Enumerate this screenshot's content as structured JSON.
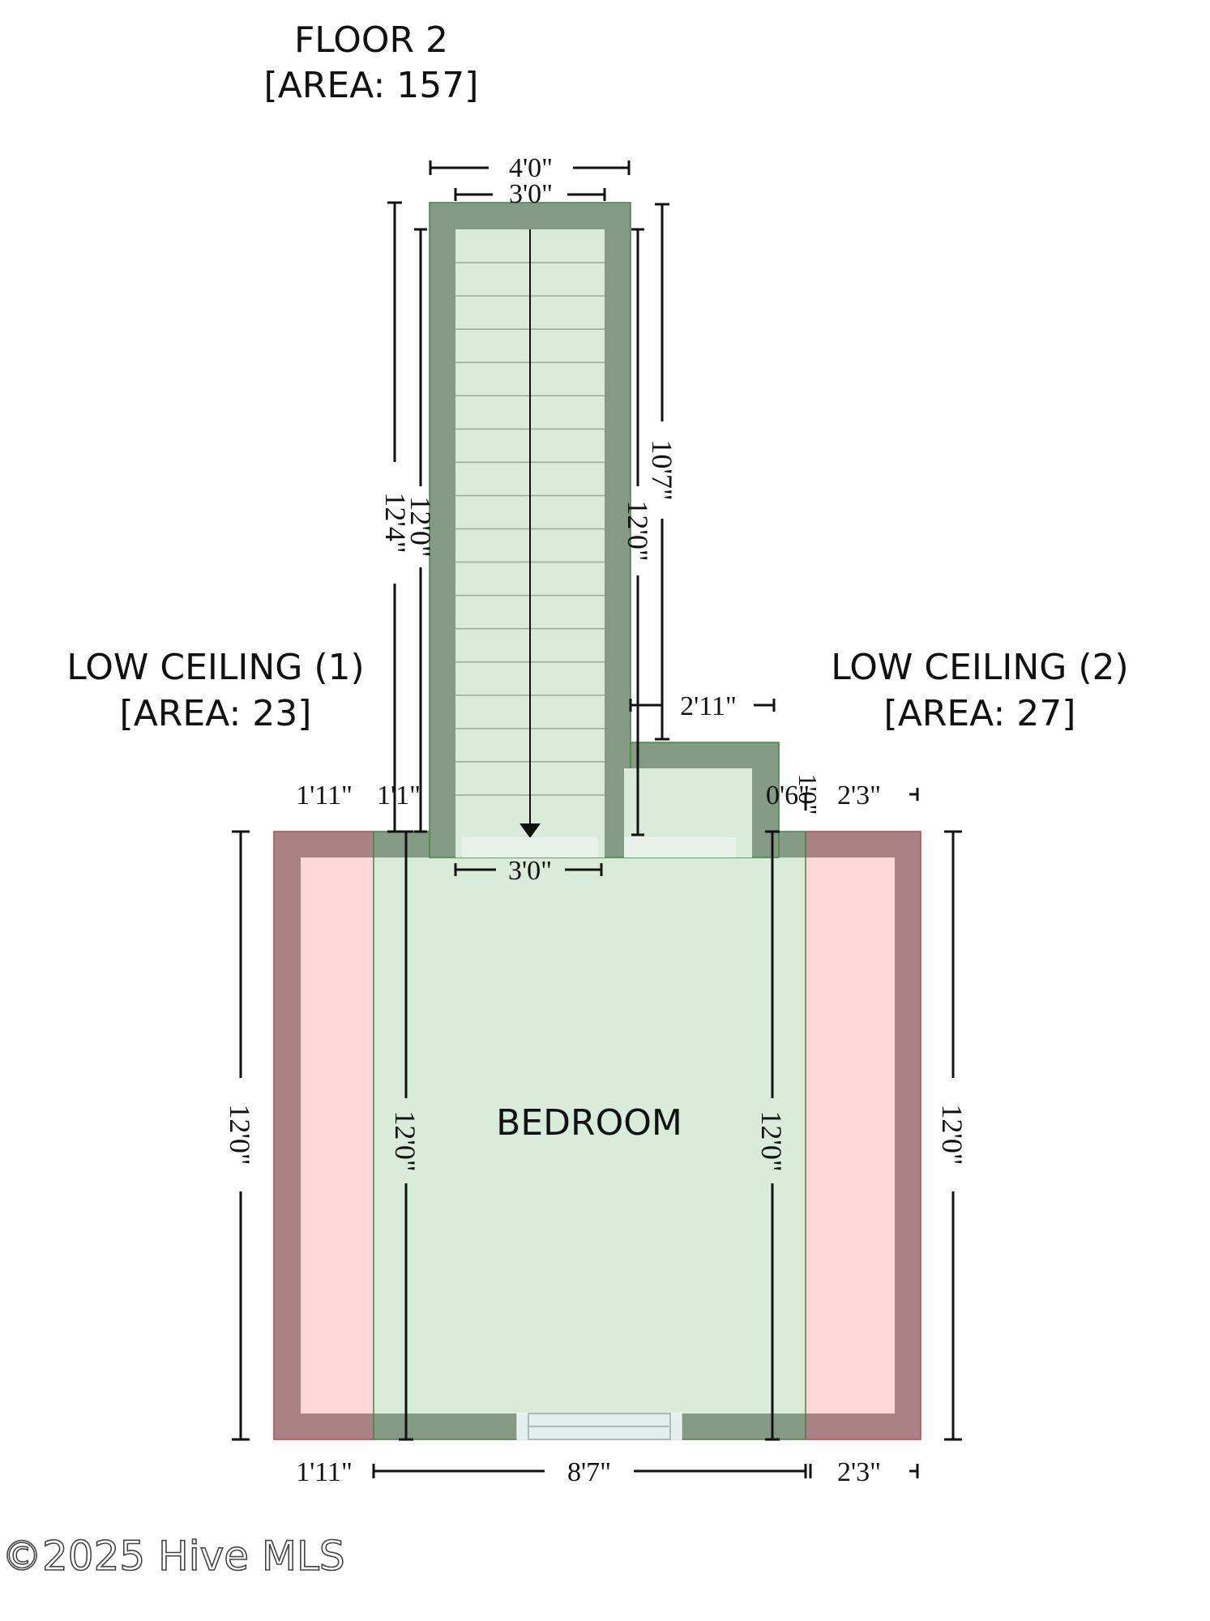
{
  "floor": {
    "title": "FLOOR 2",
    "area": "[AREA: 157]"
  },
  "rooms": {
    "bedroom": "BEDROOM",
    "low_ceiling_1": {
      "name": "LOW CEILING (1)",
      "area": "[AREA: 23]"
    },
    "low_ceiling_2": {
      "name": "LOW CEILING (2)",
      "area": "[AREA: 27]"
    }
  },
  "dimensions": {
    "stair_outer_width": "4'0\"",
    "stair_inner_width": "3'0\"",
    "stair_left_outer": "12'4\"",
    "stair_left_inner": "12'0\"",
    "stair_right_inner": "12'0\"",
    "stair_right_outer": "10'7\"",
    "closet_width": "2'11\"",
    "closet_depth": "1'0\"",
    "top_left_1": "1'11\"",
    "top_left_2": "1'1\"",
    "top_right_1": "0'6\"",
    "top_right_2": "2'3\"",
    "door_width": "3'0\"",
    "left_outer_height": "12'0\"",
    "bedroom_left_height": "12'0\"",
    "bedroom_right_height": "12'0\"",
    "right_outer_height": "12'0\"",
    "bottom_left": "1'11\"",
    "bottom_middle": "8'7\"",
    "bottom_right": "2'3\""
  },
  "watermark": "©2025 Hive MLS",
  "colors": {
    "wall": "#849a84",
    "floor": "#d9ebd9",
    "low_ceiling_wall": "#a98383",
    "low_ceiling_floor": "#fdd8d8",
    "stair_tread": "#9aaa9a"
  }
}
